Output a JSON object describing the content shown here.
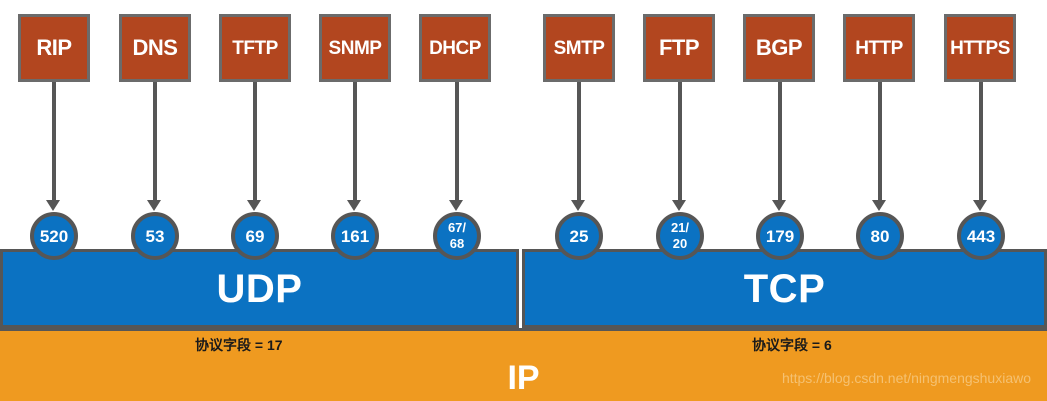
{
  "diagram": {
    "title": "TCP/IP protocol port mapping diagram",
    "colors": {
      "protocol_box": "#B2461F",
      "transport_band": "#0B72C2",
      "network_band": "#EF9A20",
      "outline": "#565656",
      "text_light": "#ffffff"
    }
  },
  "udp": {
    "band_label": "UDP",
    "protocol_field": "协议字段 = 17",
    "protocols": [
      {
        "name": "RIP",
        "port": "520"
      },
      {
        "name": "DNS",
        "port": "53"
      },
      {
        "name": "TFTP",
        "port": "69"
      },
      {
        "name": "SNMP",
        "port": "161"
      },
      {
        "name": "DHCP",
        "port_line1": "67/",
        "port_line2": "68"
      }
    ]
  },
  "tcp": {
    "band_label": "TCP",
    "protocol_field": "协议字段 = 6",
    "protocols": [
      {
        "name": "SMTP",
        "port": "25"
      },
      {
        "name": "FTP",
        "port_line1": "21/",
        "port_line2": "20"
      },
      {
        "name": "BGP",
        "port": "179"
      },
      {
        "name": "HTTP",
        "port": "80"
      },
      {
        "name": "HTTPS",
        "port": "443"
      }
    ]
  },
  "network": {
    "band_label": "IP"
  },
  "watermark": {
    "text": "https://blog.csdn.net/ningmengshuxiawo"
  }
}
